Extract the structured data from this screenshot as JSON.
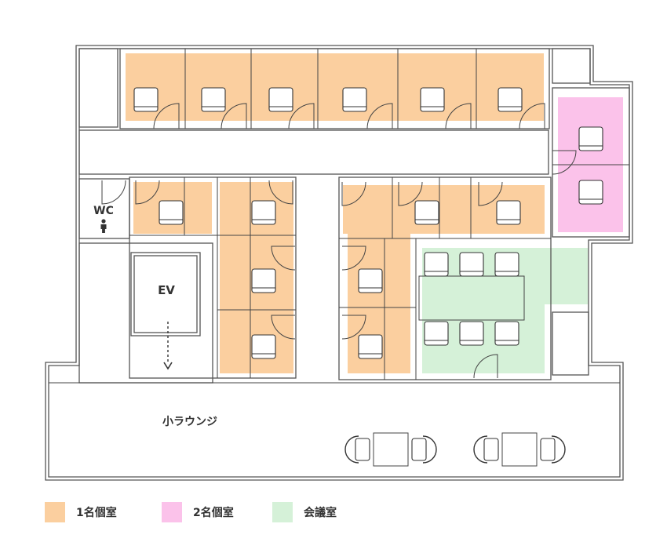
{
  "rooms": {
    "wc": "WC",
    "elevator": "EV",
    "lounge": "小ラウンジ"
  },
  "legend": [
    {
      "label": "1名個室",
      "color": "#fbcf9f"
    },
    {
      "label": "2名個室",
      "color": "#fbc2ea"
    },
    {
      "label": "会議室",
      "color": "#d5f1d8"
    }
  ],
  "icons": {
    "wc": "person-icon",
    "elevator_direction": "arrow-down-icon",
    "desk": "desk-icon",
    "door": "door-swing-icon",
    "chair": "chair-icon"
  },
  "colors": {
    "wall": "#555555",
    "single_room": "#fbcf9f",
    "double_room": "#fbc2ea",
    "meeting_room": "#d5f1d8"
  }
}
